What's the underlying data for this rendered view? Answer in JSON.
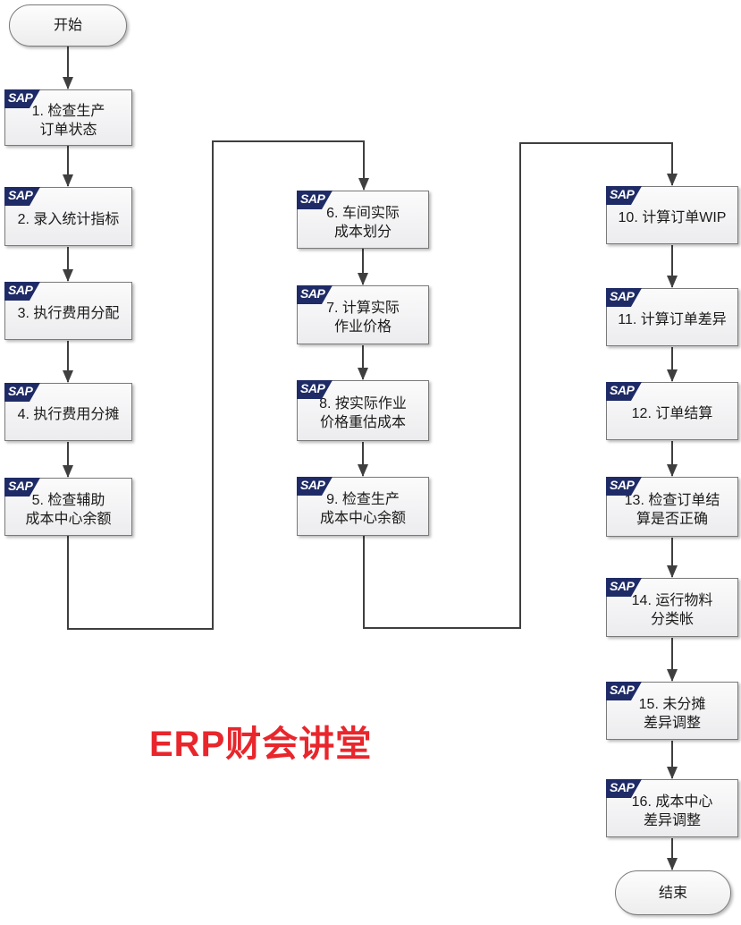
{
  "title": {
    "text": "ERP财会讲堂"
  },
  "flowchart": {
    "start_label": "开始",
    "end_label": "结束",
    "sap_logo": {
      "text": "SAP"
    },
    "steps": [
      {
        "lines": [
          "1. 检查生产",
          "订单状态"
        ]
      },
      {
        "lines": [
          "2. 录入统计指标"
        ]
      },
      {
        "lines": [
          "3. 执行费用分配"
        ]
      },
      {
        "lines": [
          "4. 执行费用分摊"
        ]
      },
      {
        "lines": [
          "5. 检查辅助",
          "成本中心余额"
        ]
      },
      {
        "lines": [
          "6. 车间实际",
          "成本划分"
        ]
      },
      {
        "lines": [
          "7. 计算实际",
          "作业价格"
        ]
      },
      {
        "lines": [
          "8. 按实际作业",
          "价格重估成本"
        ]
      },
      {
        "lines": [
          "9. 检查生产",
          "成本中心余额"
        ]
      },
      {
        "lines": [
          "10. 计算订单WIP"
        ]
      },
      {
        "lines": [
          "11. 计算订单差异"
        ]
      },
      {
        "lines": [
          "12. 订单结算"
        ]
      },
      {
        "lines": [
          "13. 检查订单结",
          "算是否正确"
        ]
      },
      {
        "lines": [
          "14. 运行物料",
          "分类帐"
        ]
      },
      {
        "lines": [
          "15. 未分摊",
          "差异调整"
        ]
      },
      {
        "lines": [
          "16. 成本中心",
          "差异调整"
        ]
      }
    ]
  },
  "colors": {
    "title_red": "#e8262c",
    "sap_navy": "#1e2b66",
    "box_border": "#7a7a7a",
    "box_fill_top": "#fbfbfc",
    "box_fill_bottom": "#ececee",
    "arrow": "#3f3f3f"
  }
}
